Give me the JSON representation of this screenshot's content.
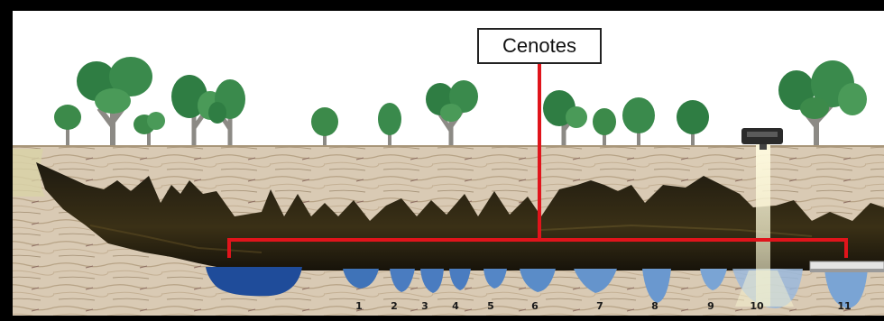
{
  "title": "Cenotes",
  "cenote_numbers": [
    "1",
    "2",
    "3",
    "4",
    "5",
    "6",
    "7",
    "8",
    "9",
    "10",
    "11"
  ],
  "colors": {
    "sky": "#ffffff",
    "rock": "#d8c9b3",
    "cave": "#2a2414",
    "water": "#3f73b8",
    "water_deep": "#1f4c9a",
    "leader_line": "#e0141b",
    "frame": "#000000"
  },
  "icons": [
    "tree-icon",
    "well-pump-icon"
  ]
}
